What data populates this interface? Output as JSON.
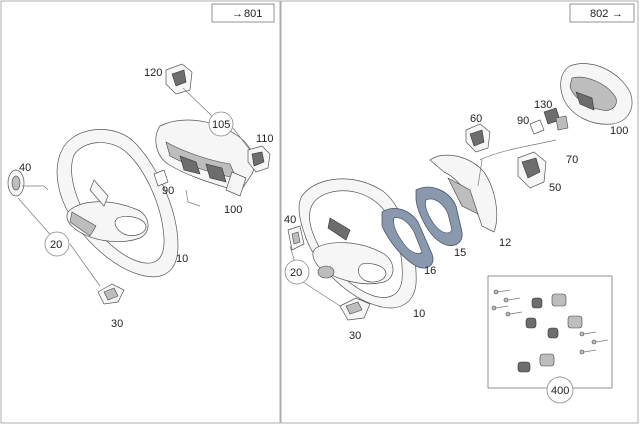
{
  "left_panel": {
    "ref": "801",
    "labels": {
      "p120": "120",
      "p105": "105",
      "p110": "110",
      "p90": "90",
      "p100": "100",
      "p40": "40",
      "p20": "20",
      "p10": "10",
      "p30": "30"
    }
  },
  "right_panel": {
    "ref": "802",
    "labels": {
      "p130": "130",
      "p60": "60",
      "p90": "90",
      "p100": "100",
      "p70": "70",
      "p50": "50",
      "p40": "40",
      "p20": "20",
      "p16": "16",
      "p15": "15",
      "p12": "12",
      "p10": "10",
      "p30": "30",
      "p400": "400"
    }
  }
}
